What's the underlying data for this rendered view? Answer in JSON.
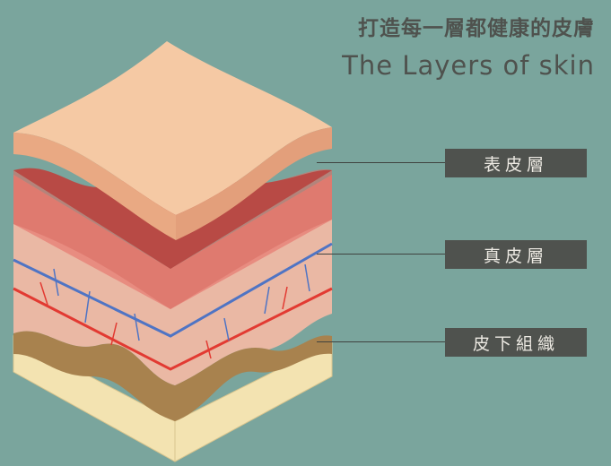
{
  "header": {
    "title": "打造每一層都健康的皮膚",
    "subtitle": "The Layers of skin"
  },
  "labels": [
    {
      "text": "表皮層"
    },
    {
      "text": "真皮層"
    },
    {
      "text": "皮下組織"
    }
  ],
  "colors": {
    "background": "#7aa59d",
    "label_bg": "#4f524e",
    "epidermis": "#f5c9a4",
    "dermis": "#d96e64",
    "hypodermis": "#f3e3b1"
  }
}
